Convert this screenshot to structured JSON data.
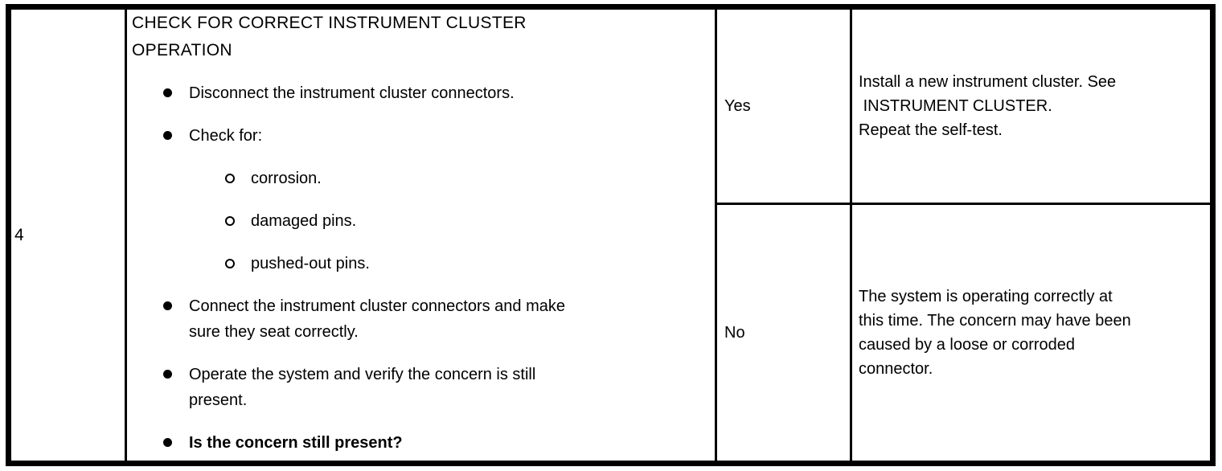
{
  "table": {
    "step_number": "4",
    "title": "CHECK FOR CORRECT INSTRUMENT CLUSTER\nOPERATION",
    "instructions": [
      {
        "level": 1,
        "text": "Disconnect the instrument cluster connectors."
      },
      {
        "level": 1,
        "text": "Check for:"
      },
      {
        "level": 2,
        "text": "corrosion."
      },
      {
        "level": 2,
        "text": "damaged pins."
      },
      {
        "level": 2,
        "text": "pushed-out pins."
      },
      {
        "level": 1,
        "text": "Connect the instrument cluster connectors and make\nsure they seat correctly."
      },
      {
        "level": 1,
        "text": "Operate the system and verify the concern is still\npresent."
      },
      {
        "level": 1,
        "text": "Is the concern still present?"
      }
    ],
    "results": [
      {
        "answer": "Yes",
        "action": "Install a new instrument cluster. See\n INSTRUMENT CLUSTER.\nRepeat the self-test."
      },
      {
        "answer": "No",
        "action": "The system is operating correctly at\nthis time. The concern may have been\ncaused by a loose or corroded\nconnector."
      }
    ],
    "border_color": "#000000",
    "background_color": "#ffffff"
  }
}
